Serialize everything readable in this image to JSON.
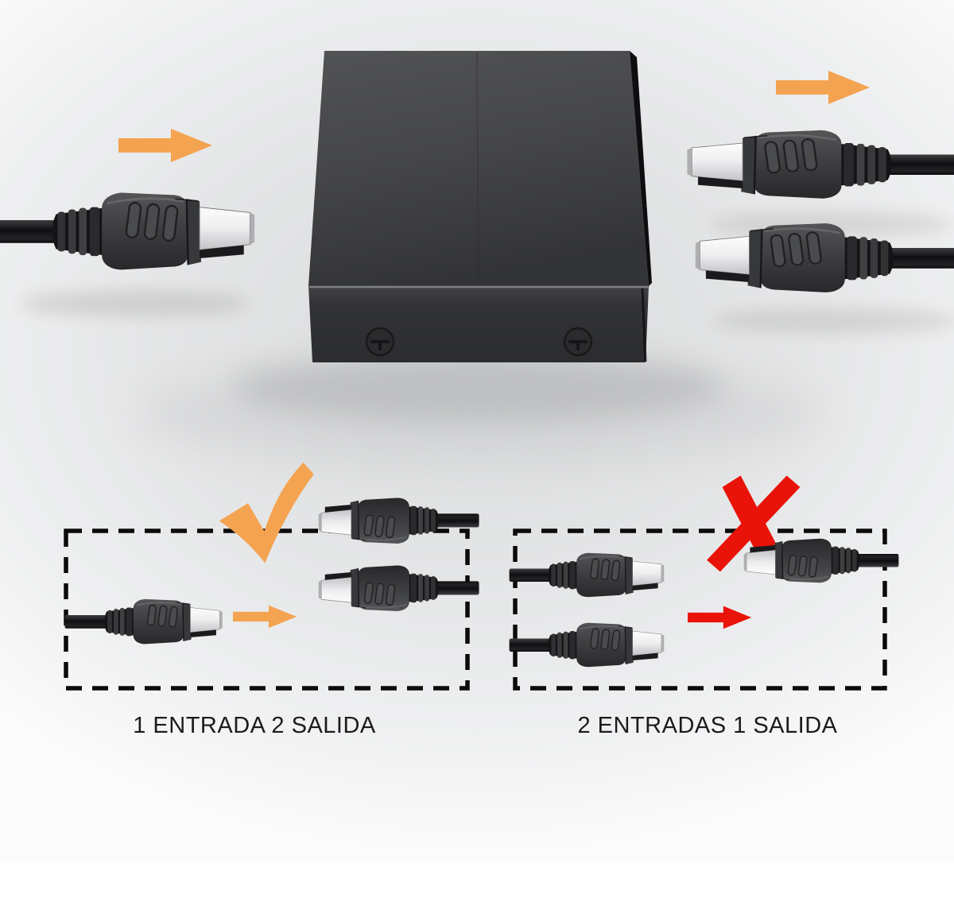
{
  "product_scene": {
    "device": "hdmi-splitter-box",
    "screws_visible": 2,
    "input_connectors": 1,
    "output_connectors": 2,
    "input_arrow_direction": "right",
    "output_arrow_direction": "right"
  },
  "diagrams": [
    {
      "caption": "1 ENTRADA 2 SALIDA",
      "marker": "check",
      "marker_color": "orange",
      "inputs": 1,
      "outputs": 2,
      "arrow_direction": "right"
    },
    {
      "caption": "2 ENTRADAS 1 SALIDA",
      "marker": "x",
      "marker_color": "red",
      "inputs": 2,
      "outputs": 1,
      "arrow_direction": "right"
    }
  ],
  "icons": {
    "checkmark": "checkmark-icon",
    "x_mark": "x-icon",
    "arrow_right": "arrow-right-icon",
    "screw": "screw-icon"
  },
  "colors": {
    "orange": "#F4A351",
    "red": "#E91309",
    "ink": "#1B1B1D",
    "dash": "#0B0B0B",
    "background": "#E6E7E8",
    "box": "#3A3B3D",
    "metal": "#E9E9EB"
  }
}
